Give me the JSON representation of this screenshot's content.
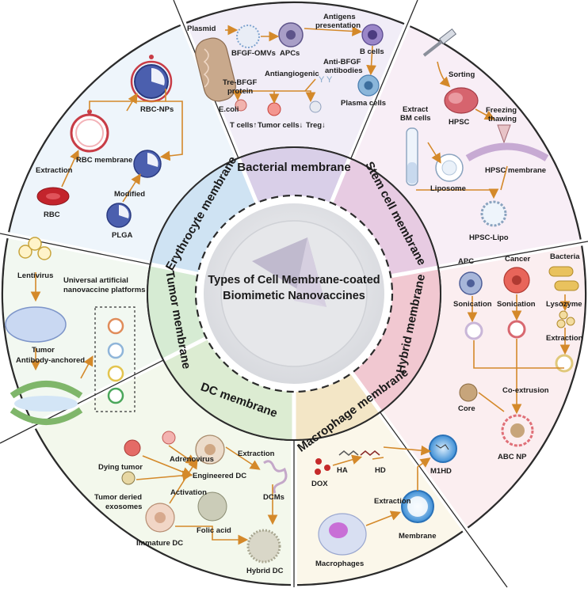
{
  "title": {
    "line1": "Types of Cell Membrane-coated",
    "line2": "Biomimetic Nanovaccines"
  },
  "sectors": {
    "bacterial": "Bacterial membrane",
    "stem": "Stem cell membrane",
    "hybrid": "Hybrid membrane",
    "macrophage": "Macrophage membrane",
    "dc": "DC membrane",
    "tumor": "Tumor membrane",
    "erythrocyte": "Erythrocyte membrane"
  },
  "colors": {
    "bacterial": "#d9cfe8",
    "stem": "#e7cbe2",
    "hybrid": "#f1c8d1",
    "macrophage": "#f3e6c6",
    "dc": "#dcecd2",
    "tumor": "#d6ebd3",
    "erythrocyte": "#cfe3f3",
    "arrow": "#d4892a"
  },
  "labels": {
    "bact": {
      "plasmid": "Plasmid",
      "omvs": "BFGF-OMVs",
      "apcs": "APCs",
      "antigens": "Antigens",
      "presentation": "presentation",
      "bcells": "B cells",
      "antibfgf1": "Anti-BFGF",
      "antibfgf2": "antibodies",
      "antiangio": "Antiangiogenic",
      "trebfgf1": "Tre-BFGF",
      "trebfgf2": "protein",
      "ecoli": "E.coli",
      "plasma": "Plasma cells",
      "tcells": "T cells↑",
      "tumorcells": "Tumor cells↓",
      "treg": "Treg↓"
    },
    "stem": {
      "sorting": "Sorting",
      "extract1": "Extract",
      "extract2": "BM cells",
      "hpsc": "HPSC",
      "freezing": "Freezing",
      "thawing": "thawing",
      "hpscmem": "HPSC membrane",
      "liposome": "Liposome",
      "lipo": "HPSC-Lipo"
    },
    "hybrid": {
      "apc": "APC",
      "cancer": "Cancer",
      "bacteria": "Bacteria",
      "sonication1": "Sonication",
      "sonication2": "Sonication",
      "lysozyme": "Lysozyme",
      "extraction": "Extraction",
      "core": "Core",
      "coext": "Co-extrusion",
      "abc": "ABC NP"
    },
    "mac": {
      "dox": "DOX",
      "ha": "HA",
      "hd": "HD",
      "m1hd": "M1HD",
      "extraction": "Extraction",
      "membrane": "Membrane",
      "macrophages": "Macrophages"
    },
    "dc": {
      "adeno": "Adrenovirus",
      "dying": "Dying tumor",
      "engineered": "Engineered DC",
      "extraction": "Extraction",
      "exo1": "Tumor deried",
      "exo2": "exosomes",
      "activation": "Activation",
      "dcms": "DCMs",
      "folic": "Folic acid",
      "immature": "Immature DC",
      "hybrid": "Hybrid DC"
    },
    "tumor": {
      "lenti": "Lentivirus",
      "universal1": "Universal artificial",
      "universal2": "nanovaccine platforms",
      "tumor": "Tumor",
      "antibody": "Antibody-anchored"
    },
    "ery": {
      "rbcnps": "RBC-NPs",
      "extraction": "Extraction",
      "rbcmem": "RBC membrane",
      "modified": "Modified",
      "rbc": "RBC",
      "plga": "PLGA"
    }
  }
}
